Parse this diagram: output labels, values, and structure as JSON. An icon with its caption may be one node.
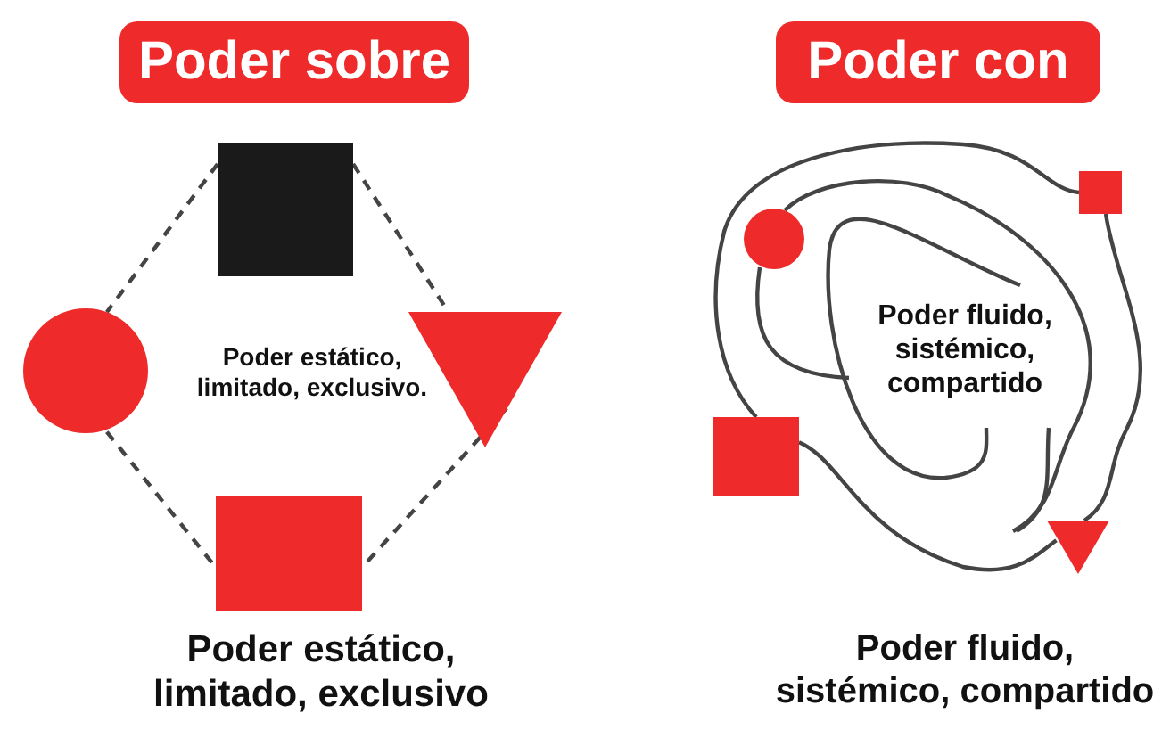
{
  "diagram": {
    "nodes": [
      {
        "text": [
          "Poder sobre"
        ]
      },
      {
        "text": [],
        "shape": "box"
      },
      {
        "text": [],
        "shape": "circle"
      },
      {
        "text": [],
        "shape": "triangle"
      },
      {
        "text": [],
        "shape": "box"
      },
      {
        "text": [
          "Poder con"
        ]
      },
      {
        "text": [],
        "shape": "box"
      },
      {
        "text": [],
        "shape": "circle"
      },
      {
        "text": [],
        "shape": "box"
      },
      {
        "text": [],
        "shape": "triangle"
      }
    ],
    "edges": [
      {
        "from": 1,
        "to": 2,
        "arrow": "none",
        "style": "dashed"
      },
      {
        "from": 1,
        "to": 3,
        "arrow": "none",
        "style": "dashed"
      },
      {
        "from": 2,
        "to": 4,
        "arrow": "none",
        "style": "dashed"
      },
      {
        "from": 3,
        "to": 4,
        "arrow": "none",
        "style": "dashed"
      },
      {
        "from": 6,
        "to": 8,
        "arrow": "none"
      },
      {
        "from": 6,
        "to": 9,
        "arrow": "none"
      },
      {
        "from": 8,
        "to": 9,
        "arrow": "none"
      }
    ],
    "labels": [
      "Poder estático, limitado, exclusivo.",
      "Poder fluido, sistémico, compartido",
      "Poder estático, limitado, exclusivo",
      "Poder fluido, sistémico, compartido"
    ]
  }
}
